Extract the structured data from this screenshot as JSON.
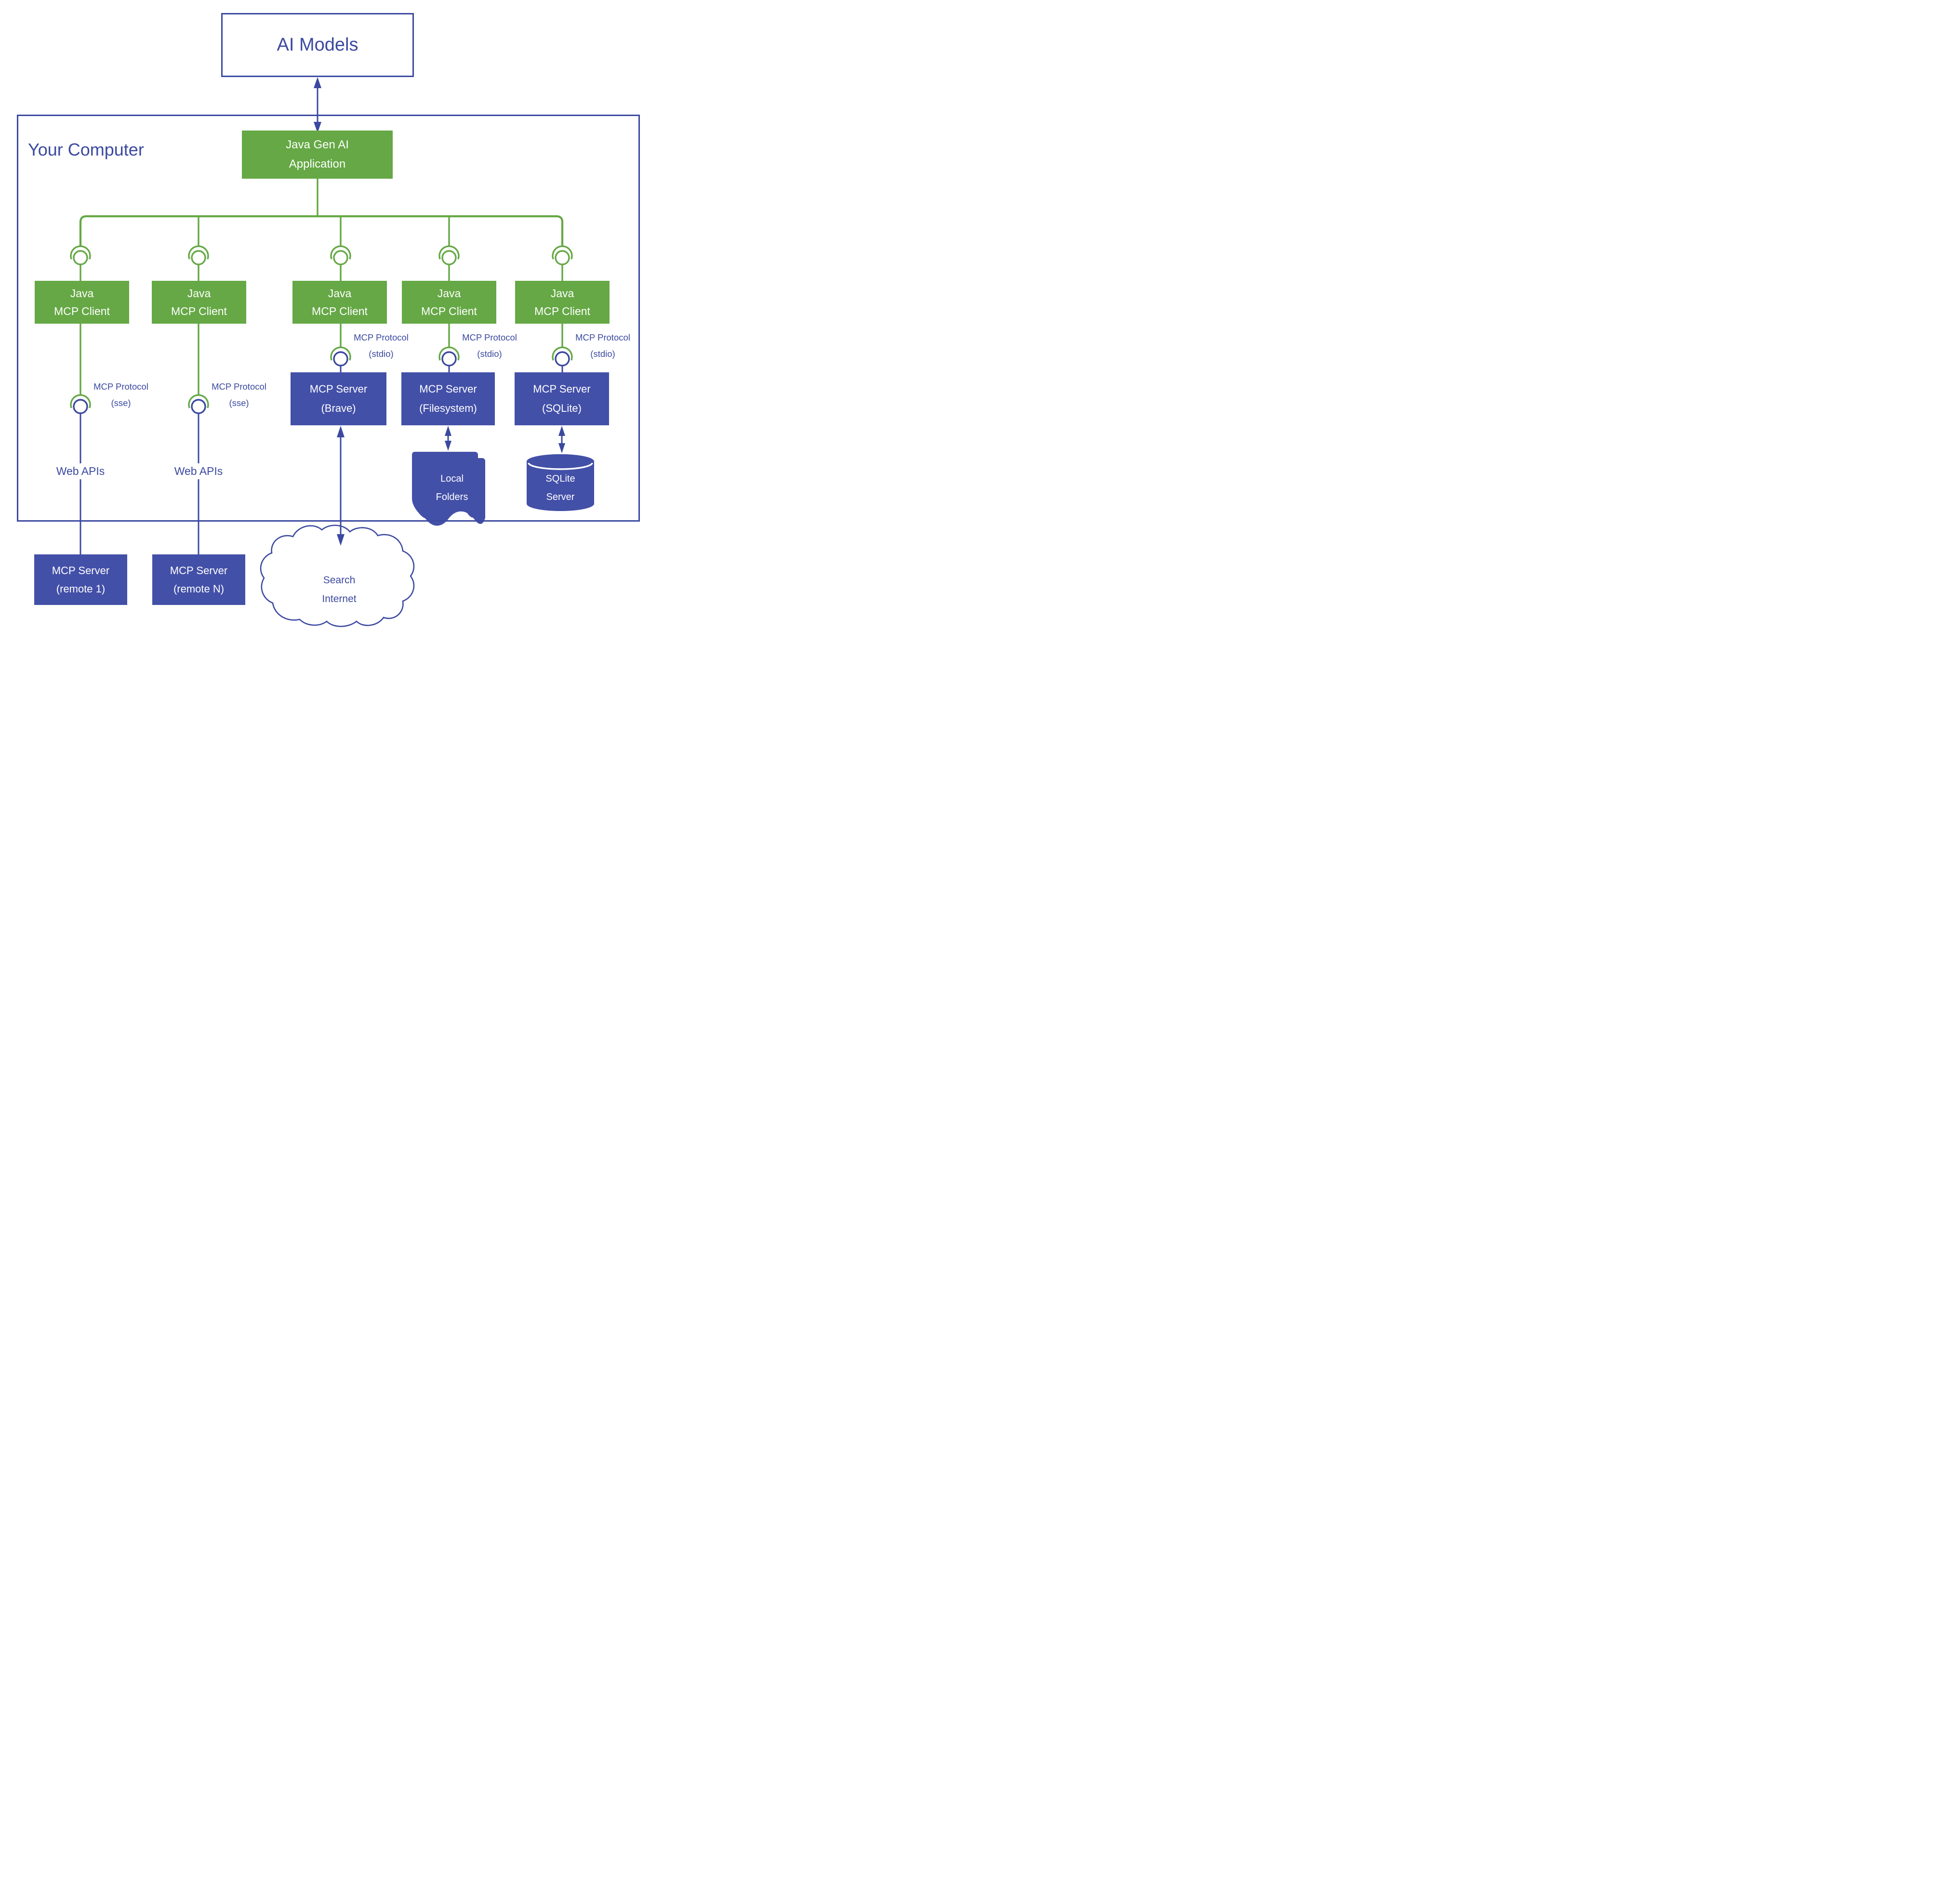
{
  "colors": {
    "green": "#65A845",
    "blue": "#4350A8",
    "line": "#3B49A0"
  },
  "ai_models": {
    "label": "AI Models"
  },
  "your_computer_label": "Your Computer",
  "app_box": {
    "line1": "Java Gen AI",
    "line2": "Application"
  },
  "clients": [
    {
      "line1": "Java",
      "line2": "MCP Client"
    },
    {
      "line1": "Java",
      "line2": "MCP Client"
    },
    {
      "line1": "Java",
      "line2": "MCP Client"
    },
    {
      "line1": "Java",
      "line2": "MCP Client"
    },
    {
      "line1": "Java",
      "line2": "MCP Client"
    }
  ],
  "protocols": [
    {
      "line1": "MCP Protocol",
      "line2": "(sse)"
    },
    {
      "line1": "MCP Protocol",
      "line2": "(sse)"
    },
    {
      "line1": "MCP Protocol",
      "line2": "(stdio)"
    },
    {
      "line1": "MCP Protocol",
      "line2": "(stdio)"
    },
    {
      "line1": "MCP Protocol",
      "line2": "(stdio)"
    }
  ],
  "web_apis": [
    {
      "label": "Web APIs"
    },
    {
      "label": "Web APIs"
    }
  ],
  "servers": [
    {
      "line1": "MCP Server",
      "line2": "(Brave)"
    },
    {
      "line1": "MCP Server",
      "line2": "(Filesystem)"
    },
    {
      "line1": "MCP Server",
      "line2": "(SQLite)"
    }
  ],
  "remote_servers": [
    {
      "line1": "MCP Server",
      "line2": "(remote 1)"
    },
    {
      "line1": "MCP Server",
      "line2": "(remote N)"
    }
  ],
  "local_folders": {
    "line1": "Local",
    "line2": "Folders"
  },
  "sqlite_db": {
    "line1": "SQLite",
    "line2": "Server"
  },
  "cloud": {
    "line1": "Search",
    "line2": "Internet"
  },
  "icons": {
    "client_port": "mcp-port-icon",
    "protocol_connector": "mcp-protocol-connector-icon",
    "local_folders": "documents-icon",
    "sqlite": "database-cylinder-icon",
    "internet": "cloud-icon"
  }
}
